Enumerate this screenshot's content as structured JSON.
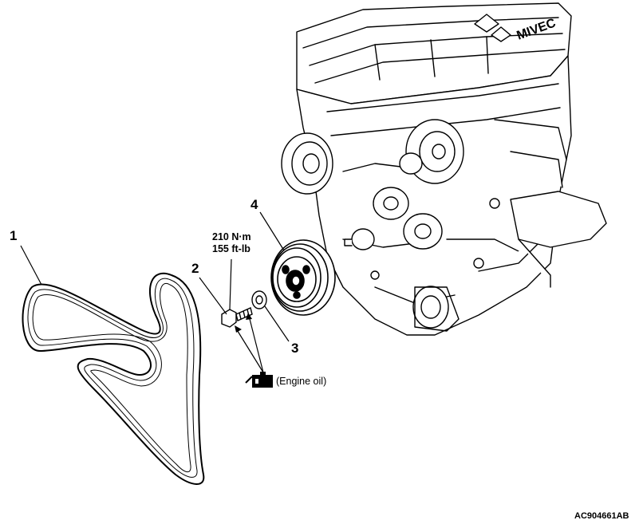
{
  "callouts": {
    "belt": "1",
    "bolt": "2",
    "washer": "3",
    "pulley": "4"
  },
  "torque": {
    "metric": "210 N·m",
    "imperial": "155 ft-lb"
  },
  "lubricant": {
    "label": "(Engine oil)",
    "icon": "oil-can-icon"
  },
  "figure_id": "AC904661AB",
  "engine_logo_text": "MIVEC"
}
